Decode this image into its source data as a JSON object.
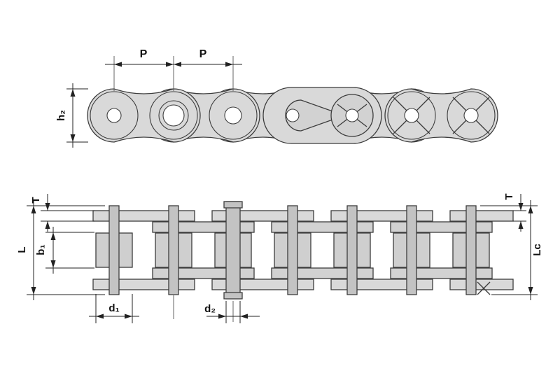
{
  "diagram": {
    "kind": "engineering-drawing",
    "subject": "roller-chain",
    "colors": {
      "background": "#ffffff",
      "part_fill": "#d9d9d9",
      "roller_fill": "#cfcfcf",
      "pin_fill": "#c3c3c3",
      "outline": "#3c3c3c",
      "dimension_line": "#222222",
      "label_text": "#111111"
    },
    "views": {
      "side": {
        "labels": {
          "pitch_left": "P",
          "pitch_right": "P",
          "plate_height": "h₂"
        }
      },
      "plan": {
        "labels": {
          "plate_thickness_left": "T",
          "plate_thickness_right": "T",
          "pin_length": "L",
          "inner_width": "b₁",
          "roller_diameter": "d₁",
          "pin_diameter": "d₂",
          "connecting_link_length": "Lc"
        }
      }
    }
  }
}
